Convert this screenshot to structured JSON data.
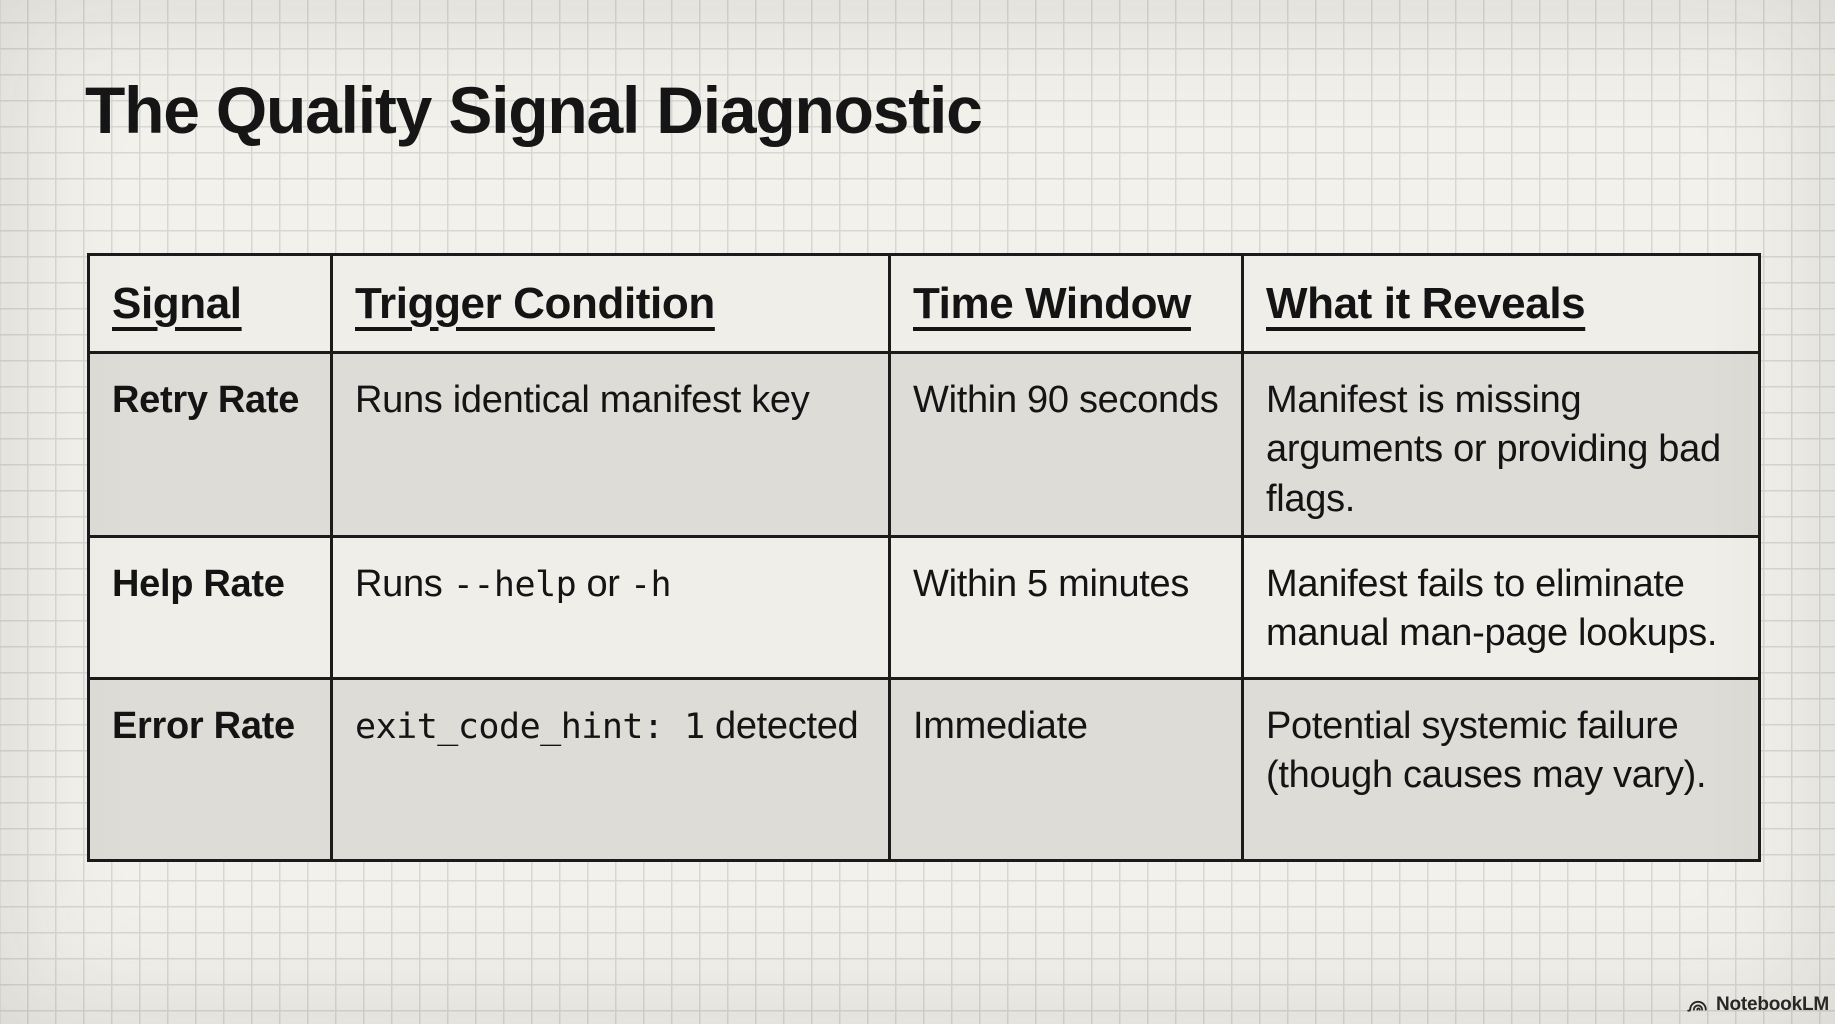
{
  "page": {
    "title": "The Quality Signal Diagnostic"
  },
  "table": {
    "headers": [
      "Signal",
      "Trigger Condition",
      "Time Window",
      "What it Reveals"
    ],
    "rows": [
      {
        "signal": "Retry Rate",
        "trigger": [
          {
            "text": "Runs identical manifest key",
            "mono": false
          }
        ],
        "time_window": "Within 90 seconds",
        "reveals": "Manifest is missing arguments or providing bad flags."
      },
      {
        "signal": "Help Rate",
        "trigger": [
          {
            "text": "Runs ",
            "mono": false
          },
          {
            "text": "--help",
            "mono": true
          },
          {
            "text": " or ",
            "mono": false
          },
          {
            "text": "-h",
            "mono": true
          }
        ],
        "time_window": "Within 5 minutes",
        "reveals": "Manifest fails to eliminate manual man-page lookups."
      },
      {
        "signal": "Error Rate",
        "trigger": [
          {
            "text": "exit_code_hint: 1",
            "mono": true
          },
          {
            "text": " detected",
            "mono": false
          }
        ],
        "time_window": "Immediate",
        "reveals": "Potential systemic failure (though causes may vary)."
      }
    ]
  },
  "watermark": {
    "label": "NotebookLM",
    "icon": "notebooklm-logo"
  },
  "colors": {
    "background": "#f2f1ec",
    "grid_line": "#d8d7d1",
    "row_light": "#efeee9",
    "row_dark": "#dddcd7",
    "table_border": "#1b1b1b",
    "text": "#141414"
  }
}
